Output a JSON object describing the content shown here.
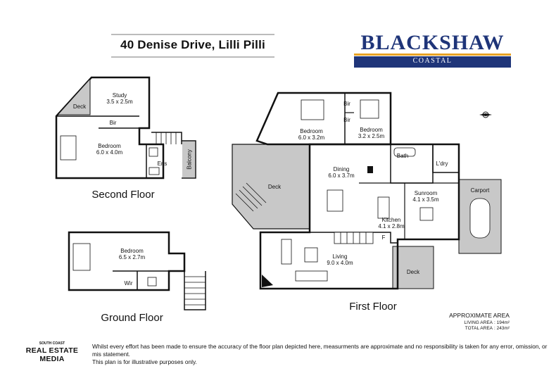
{
  "header": {
    "address": "40 Denise Drive, Lilli Pilli",
    "brand_name": "BLACKSHAW",
    "brand_sub": "COASTAL"
  },
  "floors": {
    "second": "Second Floor",
    "ground": "Ground Floor",
    "first": "First Floor"
  },
  "rooms": {
    "second_study_name": "Study",
    "second_study_dim": "3.5 x 2.5m",
    "second_deck": "Deck",
    "second_bir": "Bir",
    "second_bedroom_name": "Bedroom",
    "second_bedroom_dim": "6.0 x 4.0m",
    "second_ens": "Ens",
    "second_balcony": "Balcony",
    "ground_bedroom_name": "Bedroom",
    "ground_bedroom_dim": "6.5 x 2.7m",
    "ground_wir": "Wir",
    "first_bedroom1_name": "Bedroom",
    "first_bedroom1_dim": "6.0 x 3.2m",
    "first_bir1": "Bir",
    "first_bir2": "Bir",
    "first_bedroom2_name": "Bedroom",
    "first_bedroom2_dim": "3.2 x 2.5m",
    "first_bath": "Bath",
    "first_ldry": "L'dry",
    "first_deck_left": "Deck",
    "first_dining_name": "Dining",
    "first_dining_dim": "6.0 x 3.7m",
    "first_sunroom_name": "Sunroom",
    "first_sunroom_dim": "4.1 x 3.5m",
    "first_carport": "Carport",
    "first_kitchen_name": "Kitchen",
    "first_kitchen_dim": "4.1 x 2.8m",
    "first_f": "F",
    "first_living_name": "Living",
    "first_living_dim": "9.0 x 4.0m",
    "first_deck_right": "Deck"
  },
  "area": {
    "title": "APPROXIMATE AREA",
    "living_label": "LIVING AREA",
    "living_value": ": 194m²",
    "total_label": "TOTAL AREA",
    "total_value": ": 243m²"
  },
  "footer": {
    "logo_top": "SOUTH COAST",
    "logo_main": "REAL ESTATE MEDIA",
    "disclaimer_1": "Whilst every effort has been made to ensure the accuracy of the floor plan depicted here, measurments are approximate and no responsibility is taken for any error, omission, or mis statement.",
    "disclaimer_2": "This plan is for illustrative purposes only."
  },
  "colors": {
    "brand_blue": "#1f3579",
    "brand_gold": "#e8a324",
    "wall": "#111111",
    "deck_fill": "#c8c8c8"
  },
  "icons": {
    "compass": "compass-icon"
  }
}
